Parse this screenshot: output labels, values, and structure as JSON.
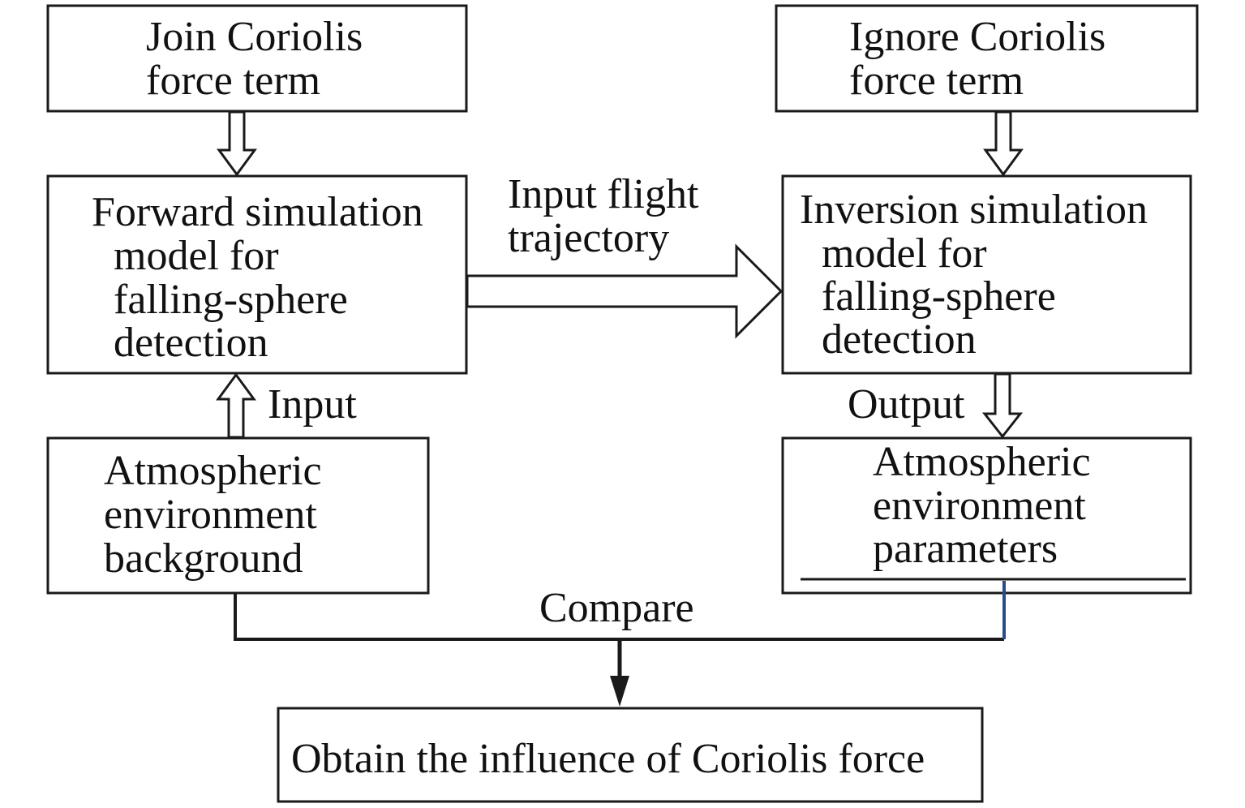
{
  "nodes": {
    "join": {
      "lines": [
        "Join Coriolis",
        "force term"
      ]
    },
    "ignore": {
      "lines": [
        "Ignore Coriolis",
        "force term"
      ]
    },
    "forward": {
      "lines": [
        "Forward simulation",
        "model for",
        "falling-sphere",
        "detection"
      ]
    },
    "inversion": {
      "lines": [
        "Inversion simulation",
        "model for",
        "falling-sphere",
        "detection"
      ]
    },
    "background": {
      "lines": [
        "Atmospheric",
        "environment",
        "background"
      ]
    },
    "parameters": {
      "lines": [
        "Atmospheric",
        "environment",
        "parameters"
      ]
    },
    "result": {
      "lines": [
        "Obtain the influence of Coriolis force"
      ]
    }
  },
  "edges": {
    "trajectory": {
      "lines": [
        "Input flight",
        "trajectory"
      ]
    },
    "input": {
      "label": "Input"
    },
    "output": {
      "label": "Output"
    },
    "compare": {
      "label": "Compare"
    }
  },
  "colors": {
    "stroke": "#1a1a1a",
    "text": "#111111",
    "connector_blue": "#2b4a8a"
  }
}
